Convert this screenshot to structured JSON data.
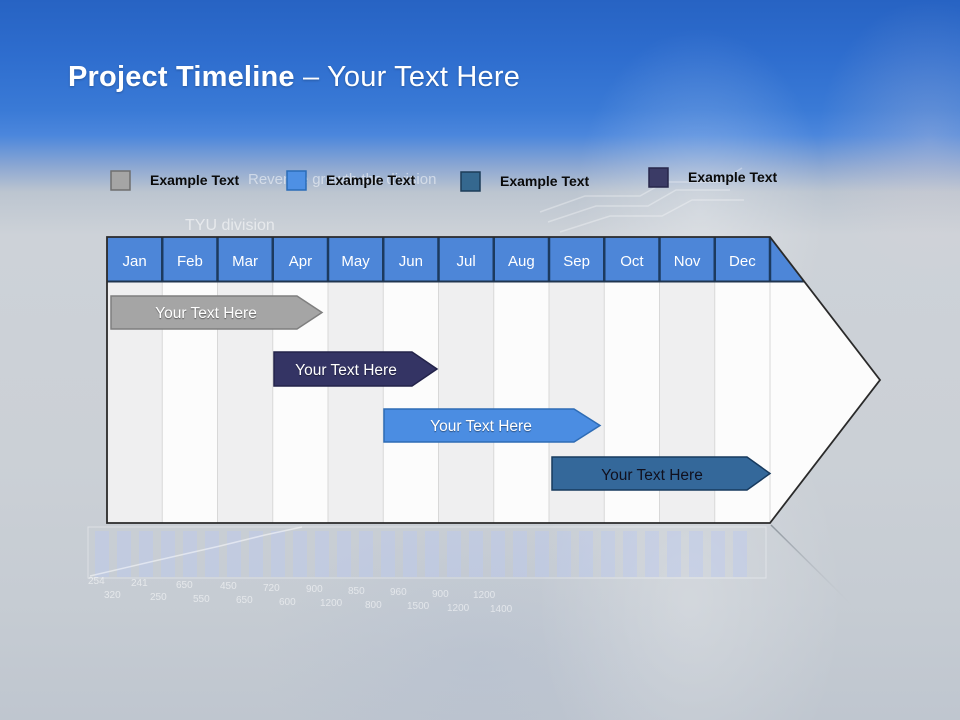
{
  "slide": {
    "title_bold": "Project Timeline",
    "title_rest": "– Your Text Here"
  },
  "legend": {
    "items": [
      {
        "label": "Example Text",
        "color": "#a5a5a5",
        "border": "#6f6f6f"
      },
      {
        "label": "Example Text",
        "color": "#4e90e4",
        "border": "#2a6cb8"
      },
      {
        "label": "Example Text",
        "color": "#35688f",
        "border": "#1c3c58"
      },
      {
        "label": "Example Text",
        "color": "#3b3b66",
        "border": "#26264a"
      }
    ]
  },
  "timeline": {
    "header_color": "#4d86d8",
    "months": [
      "Jan",
      "Feb",
      "Mar",
      "Apr",
      "May",
      "Jun",
      "Jul",
      "Aug",
      "Sep",
      "Oct",
      "Nov",
      "Dec"
    ],
    "bars": [
      {
        "label": "Your Text Here",
        "color": "#a5a5a5",
        "border": "#7f7f7f",
        "text_color": "#ffffff",
        "start_month": "Jan",
        "end_month": "Apr"
      },
      {
        "label": "Your Text Here",
        "color": "#343464",
        "border": "#23234a",
        "text_color": "#ffffff",
        "start_month": "Apr",
        "end_month": "Jun"
      },
      {
        "label": "Your Text Here",
        "color": "#4b8de2",
        "border": "#2e6cb5",
        "text_color": "#ffffff",
        "start_month": "Jun",
        "end_month": "Sep"
      },
      {
        "label": "Your Text Here",
        "color": "#34689a",
        "border": "#173a5e",
        "text_color": "#10101e",
        "start_month": "Sep",
        "end_month": "Dec"
      }
    ]
  },
  "background": {
    "caption_division": "TYU division",
    "caption_revenue": "Revenue growth the division",
    "chart_numbers": [
      "254",
      "320",
      "241",
      "250",
      "650",
      "550",
      "450",
      "650",
      "720",
      "600",
      "900",
      "1200",
      "850",
      "800",
      "960",
      "1500",
      "900",
      "1200",
      "1200",
      "1400"
    ]
  }
}
